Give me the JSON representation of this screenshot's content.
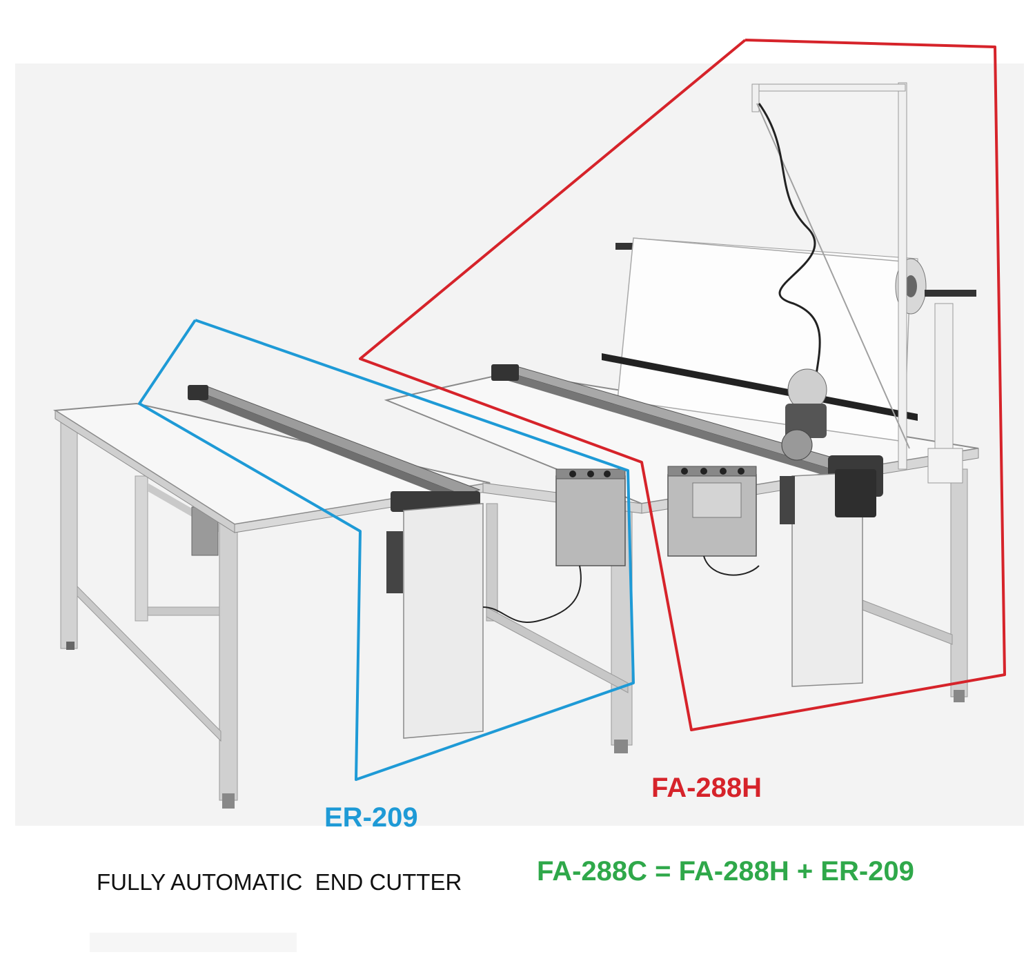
{
  "colors": {
    "er_outline": "#1e9ad6",
    "fa_outline": "#d6232a",
    "formula": "#2fa84a",
    "caption": "#111111"
  },
  "labels": {
    "er209": "ER-209",
    "fa288h": "FA-288H",
    "caption": "FULLY AUTOMATIC  END CUTTER",
    "formula": "FA-288C = FA-288H + ER-209"
  }
}
